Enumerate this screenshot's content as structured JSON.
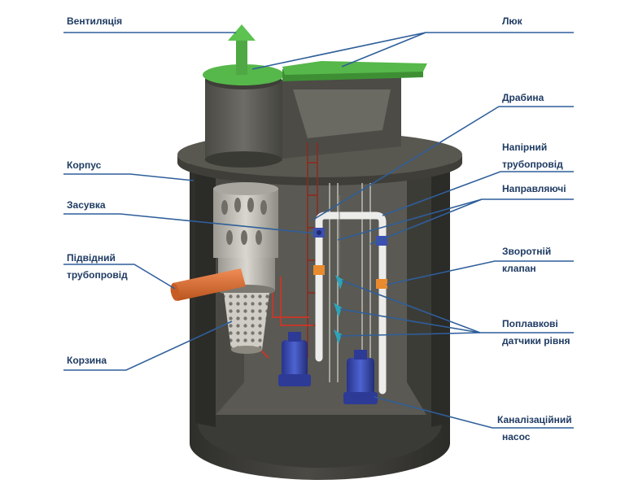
{
  "labels": {
    "ventilation": "Вентиляція",
    "hatch": "Люк",
    "ladder": "Драбина",
    "pressure_pipe_1": "Напірний",
    "pressure_pipe_2": "трубопровід",
    "housing": "Корпус",
    "guides": "Направляючі",
    "gate_valve": "Засувка",
    "inlet_pipe_1": "Підвідний",
    "inlet_pipe_2": "трубопровід",
    "check_valve_1": "Зворотній",
    "check_valve_2": "клапан",
    "float_sensors_1": "Поплавкові",
    "float_sensors_2": "датчики рівня",
    "basket": "Корзина",
    "sewage_pump_1": "Каналізаційний",
    "sewage_pump_2": "насос"
  },
  "colors": {
    "label_text": "#1f3b63",
    "leader_line": "#2f5f9a",
    "tank_body": "#3d3d39",
    "tank_top": "#58574f",
    "hatch_green": "#56b84a",
    "inlet_pipe": "#e0743c",
    "pump_blue": "#3b4fb0",
    "guide_pipe": "#e8e8e8",
    "float_teal": "#2fa3b8"
  }
}
